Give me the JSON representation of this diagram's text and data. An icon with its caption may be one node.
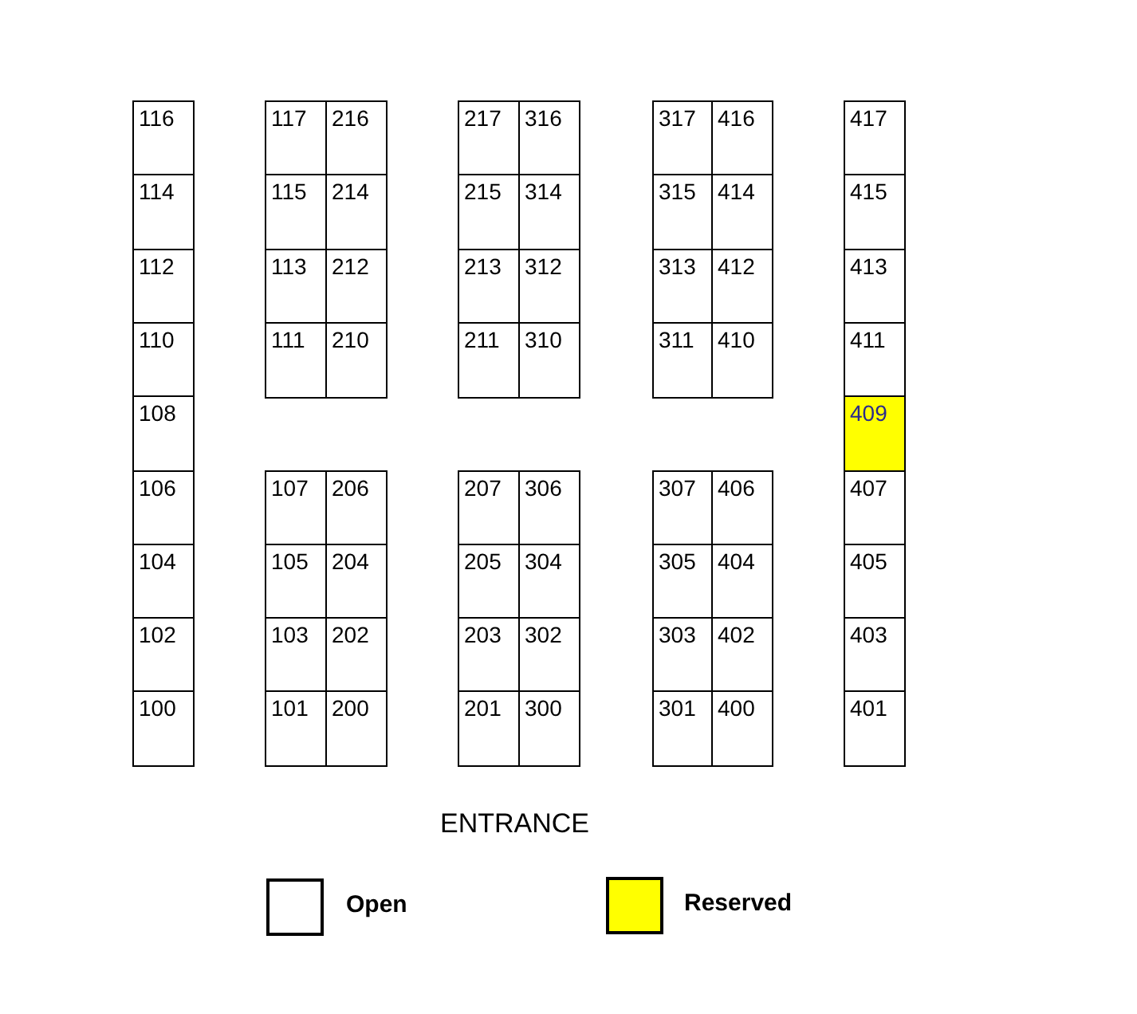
{
  "diagram": {
    "nodes": [
      {
        "text": [
          "116"
        ]
      },
      {
        "text": [
          "117"
        ]
      },
      {
        "text": [
          "216"
        ]
      },
      {
        "text": [
          "217"
        ]
      },
      {
        "text": [
          "316"
        ]
      },
      {
        "text": [
          "317"
        ]
      },
      {
        "text": [
          "416"
        ]
      },
      {
        "text": [
          "417"
        ]
      },
      {
        "text": [
          "114"
        ]
      },
      {
        "text": [
          "115"
        ]
      },
      {
        "text": [
          "214"
        ]
      },
      {
        "text": [
          "215"
        ]
      },
      {
        "text": [
          "314"
        ]
      },
      {
        "text": [
          "315"
        ]
      },
      {
        "text": [
          "414"
        ]
      },
      {
        "text": [
          "415"
        ]
      },
      {
        "text": [
          "112"
        ]
      },
      {
        "text": [
          "113"
        ]
      },
      {
        "text": [
          "212"
        ]
      },
      {
        "text": [
          "213"
        ]
      },
      {
        "text": [
          "312"
        ]
      },
      {
        "text": [
          "313"
        ]
      },
      {
        "text": [
          "412"
        ]
      },
      {
        "text": [
          "413"
        ]
      },
      {
        "text": [
          "110"
        ]
      },
      {
        "text": [
          "111"
        ]
      },
      {
        "text": [
          "210"
        ]
      },
      {
        "text": [
          "211"
        ]
      },
      {
        "text": [
          "310"
        ]
      },
      {
        "text": [
          "311"
        ]
      },
      {
        "text": [
          "410"
        ]
      },
      {
        "text": [
          "411"
        ]
      },
      {
        "text": [
          "108"
        ]
      },
      {
        "text": [
          "409"
        ]
      },
      {
        "text": [
          "106"
        ]
      },
      {
        "text": [
          "107"
        ]
      },
      {
        "text": [
          "206"
        ]
      },
      {
        "text": [
          "207"
        ]
      },
      {
        "text": [
          "306"
        ]
      },
      {
        "text": [
          "307"
        ]
      },
      {
        "text": [
          "406"
        ]
      },
      {
        "text": [
          "407"
        ]
      },
      {
        "text": [
          "104"
        ]
      },
      {
        "text": [
          "105"
        ]
      },
      {
        "text": [
          "204"
        ]
      },
      {
        "text": [
          "205"
        ]
      },
      {
        "text": [
          "304"
        ]
      },
      {
        "text": [
          "305"
        ]
      },
      {
        "text": [
          "404"
        ]
      },
      {
        "text": [
          "405"
        ]
      },
      {
        "text": [
          "102"
        ]
      },
      {
        "text": [
          "103"
        ]
      },
      {
        "text": [
          "202"
        ]
      },
      {
        "text": [
          "203"
        ]
      },
      {
        "text": [
          "302"
        ]
      },
      {
        "text": [
          "303"
        ]
      },
      {
        "text": [
          "402"
        ]
      },
      {
        "text": [
          "403"
        ]
      },
      {
        "text": [
          "100"
        ]
      },
      {
        "text": [
          "101"
        ]
      },
      {
        "text": [
          "200"
        ]
      },
      {
        "text": [
          "201"
        ]
      },
      {
        "text": [
          "300"
        ]
      },
      {
        "text": [
          "301"
        ]
      },
      {
        "text": [
          "400"
        ]
      },
      {
        "text": [
          "401"
        ]
      }
    ],
    "labels": [
      "ENTRANCE"
    ],
    "legend": [
      {
        "text": "Open",
        "color": "#ffffff"
      },
      {
        "text": "Reserved",
        "color": "#ffff00"
      }
    ]
  }
}
